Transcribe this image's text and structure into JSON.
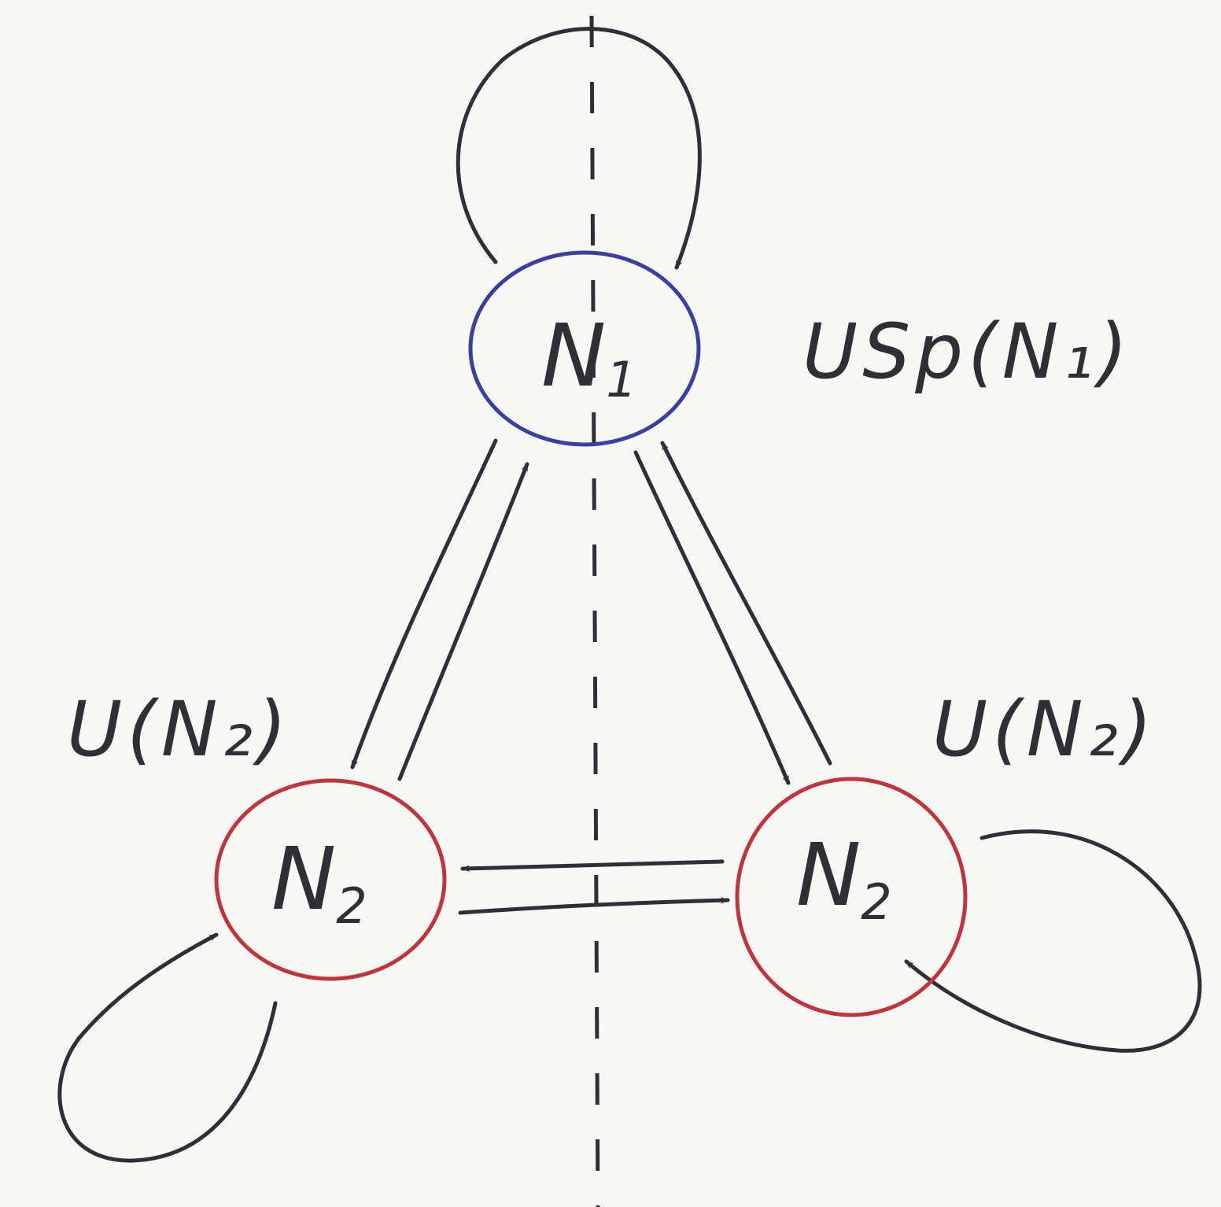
{
  "colors": {
    "background": "#f7f7f5",
    "ink": "#2e3036",
    "usp_node": "#3a3fa0",
    "u_node": "#c0343a"
  },
  "nodes": {
    "top": {
      "main": "N",
      "sub": "1",
      "group_label": "USp(N₁)",
      "color": "#3a3fa0"
    },
    "left": {
      "main": "N",
      "sub": "2",
      "group_label": "U(N₂)",
      "color": "#c0343a"
    },
    "right": {
      "main": "N",
      "sub": "2",
      "group_label": "U(N₂)",
      "color": "#c0343a"
    }
  }
}
